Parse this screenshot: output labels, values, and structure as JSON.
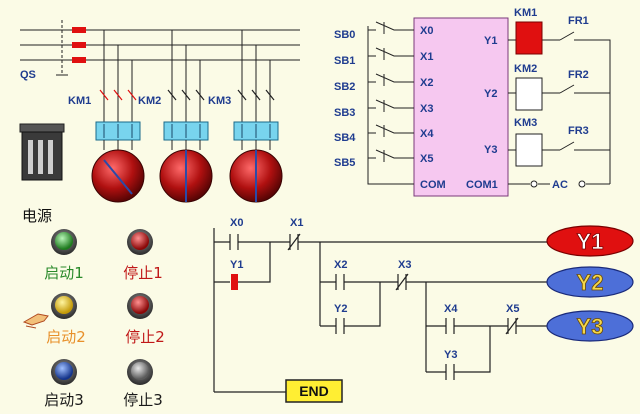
{
  "labels": {
    "qs": "QS",
    "km1": "KM1",
    "km2": "KM2",
    "km3": "KM3",
    "sb": [
      "SB0",
      "SB1",
      "SB2",
      "SB3",
      "SB4",
      "SB5"
    ],
    "x": [
      "X0",
      "X1",
      "X2",
      "X3",
      "X4",
      "X5"
    ],
    "com": "COM",
    "y": [
      "Y1",
      "Y2",
      "Y3"
    ],
    "com1": "COM1",
    "ac": "AC",
    "fr": [
      "FR1",
      "FR2",
      "FR3"
    ],
    "coil_km": [
      "KM1",
      "KM2",
      "KM3"
    ]
  },
  "panel": {
    "title": "电源",
    "buttons": [
      {
        "label": "启动1",
        "color": "#2e9a2e",
        "label_color": "#2a8a2a"
      },
      {
        "label": "停止1",
        "color": "#c01818",
        "label_color": "#c01818"
      },
      {
        "label": "启动2",
        "color": "#e8c21a",
        "label_color": "#e8902a"
      },
      {
        "label": "停止2",
        "color": "#c01818",
        "label_color": "#c01818"
      },
      {
        "label": "启动3",
        "color": "#1f4fb0",
        "label_color": "#1a1a1a"
      },
      {
        "label": "停止3",
        "color": "#8a8a8a",
        "label_color": "#1a1a1a"
      }
    ]
  },
  "ladder": {
    "contacts": [
      "X0",
      "X1",
      "Y1",
      "X2",
      "X3",
      "Y2",
      "X4",
      "X5",
      "Y3"
    ],
    "coils": [
      "Y1",
      "Y2",
      "Y3"
    ],
    "end": "END"
  },
  "colors": {
    "plc": "#f6c8f0",
    "active": "#e01010",
    "coil_y1": "#e01010",
    "coil_y2y3": "#4d6fd8",
    "relay": "#78d4ee",
    "motor": "#a51010"
  }
}
